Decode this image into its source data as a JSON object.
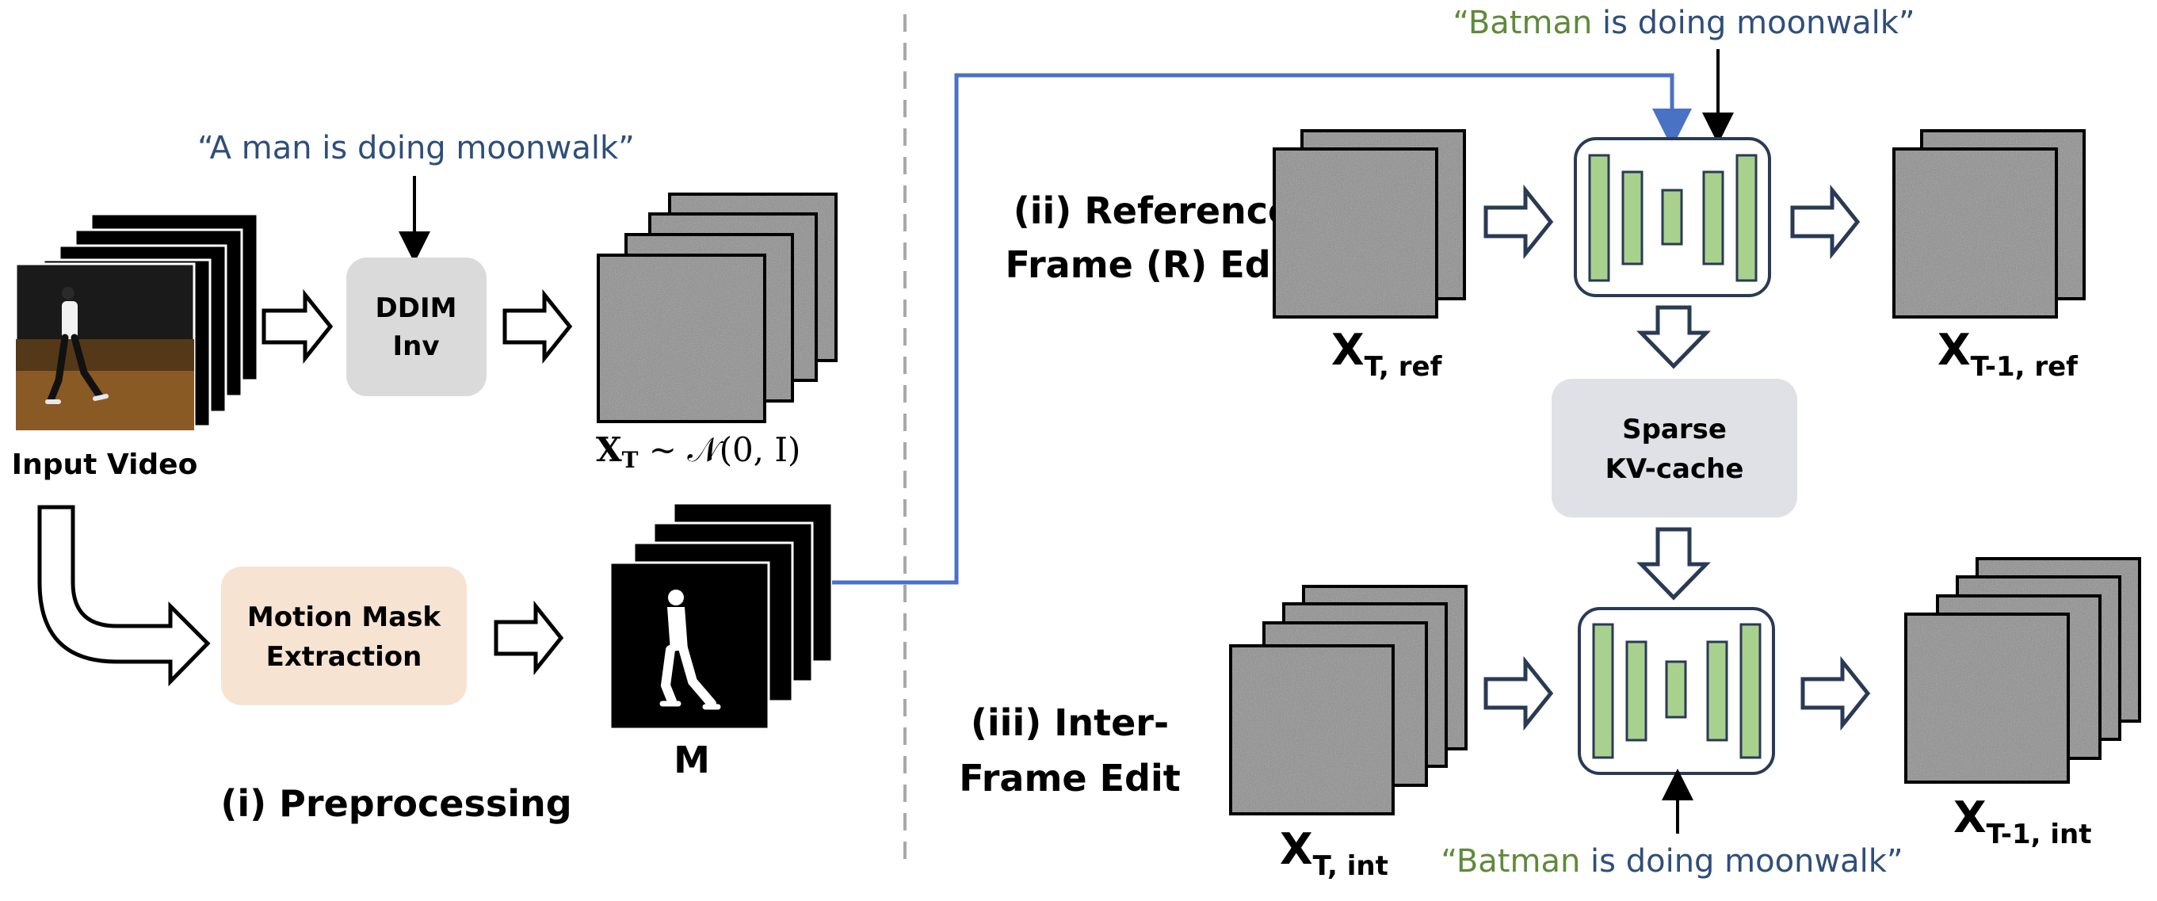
{
  "colors": {
    "prompt_blue": "#2f4e7a",
    "prompt_green": "#5f8a3a",
    "link_blue": "#4a72c4",
    "box_gray": "#dadada",
    "box_peach": "#f7e3d2",
    "box_kv": "#dfe1e7",
    "unet_outline": "#2a3a55",
    "unet_bars": "#a9d18e",
    "dashed": "#a8a8a8",
    "noise_fill": "#8c8c8c"
  },
  "preprocessing": {
    "section_title": "(i) Preprocessing",
    "input_label": "Input Video",
    "prompt_text": "“A man is doing moonwalk”",
    "ddim_line1": "DDIM",
    "ddim_line2": "Inv",
    "noise_label": "X",
    "noise_label_sub": "T",
    "noise_label_rest": " ∼ 𝒩(0, I)",
    "mask_line1": "Motion Mask",
    "mask_line2": "Extraction",
    "mask_label": "M"
  },
  "reference": {
    "title_line1": "(ii) Reference",
    "title_line2": "Frame (R) Edit",
    "prompt_green": "“Batman",
    "prompt_rest": " is doing moonwalk”",
    "input_var": "X",
    "input_sub": "T, ref",
    "output_var": "X",
    "output_sub": "T-1, ref"
  },
  "kv_cache": {
    "line1": "Sparse",
    "line2": "KV-cache"
  },
  "inter": {
    "title_line1": "(iii) Inter-",
    "title_line2": "Frame Edit",
    "prompt_green": "“Batman",
    "prompt_rest": " is doing moonwalk”",
    "input_var": "X",
    "input_sub": "T, int",
    "output_var": "X",
    "output_sub": "T-1, int"
  }
}
